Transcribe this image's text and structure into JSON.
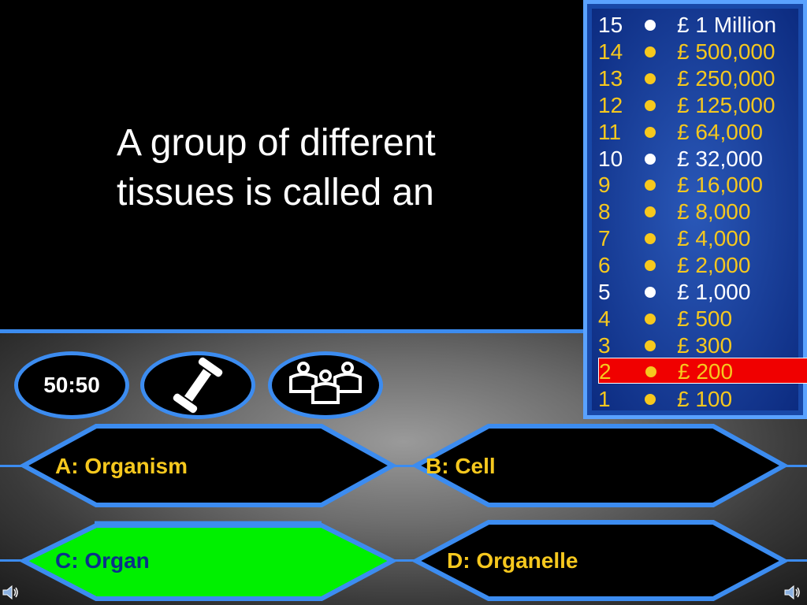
{
  "question": {
    "text": "A group of different tissues is called an"
  },
  "ladder": [
    {
      "level": "15",
      "amount": "£ 1 Million",
      "style": "white"
    },
    {
      "level": "14",
      "amount": "£ 500,000",
      "style": "gold"
    },
    {
      "level": "13",
      "amount": "£ 250,000",
      "style": "gold"
    },
    {
      "level": "12",
      "amount": "£ 125,000",
      "style": "gold"
    },
    {
      "level": "11",
      "amount": "£ 64,000",
      "style": "gold"
    },
    {
      "level": "10",
      "amount": "£ 32,000",
      "style": "white"
    },
    {
      "level": "9",
      "amount": "£ 16,000",
      "style": "gold"
    },
    {
      "level": "8",
      "amount": "£ 8,000",
      "style": "gold"
    },
    {
      "level": "7",
      "amount": "£ 4,000",
      "style": "gold"
    },
    {
      "level": "6",
      "amount": "£ 2,000",
      "style": "gold"
    },
    {
      "level": "5",
      "amount": "£ 1,000",
      "style": "white"
    },
    {
      "level": "4",
      "amount": "£ 500",
      "style": "gold"
    },
    {
      "level": "3",
      "amount": "£ 300",
      "style": "gold"
    },
    {
      "level": "2",
      "amount": "£ 200",
      "style": "gold",
      "current": true
    },
    {
      "level": "1",
      "amount": "£ 100",
      "style": "gold"
    }
  ],
  "lifelines": {
    "fifty_fifty": "50:50",
    "phone_icon": "phone-icon",
    "audience_icon": "audience-icon"
  },
  "answers": {
    "a": "A:  Organism",
    "b": "B:  Cell",
    "c": "C:  Organ",
    "d": "D: Organelle"
  },
  "colors": {
    "gold": "#f6c81e",
    "blue_border": "#3c8cf0",
    "current_level": "#f00000",
    "correct_answer": "#00f000"
  },
  "icons": {
    "speaker_left": "speaker-icon",
    "speaker_right": "speaker-icon"
  }
}
